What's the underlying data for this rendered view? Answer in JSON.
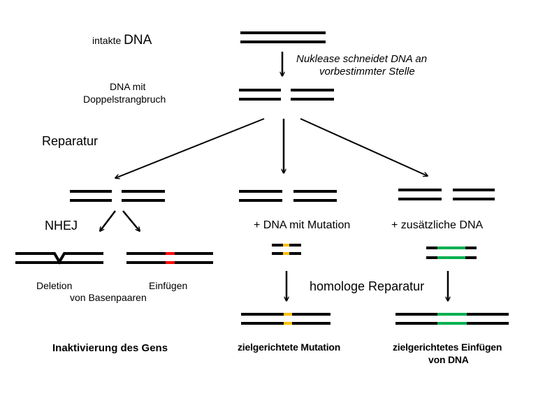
{
  "labels": {
    "intakte_prefix": "intakte ",
    "intakte_dna": "DNA",
    "nuclease_line1": "Nuklease schneidet DNA an",
    "nuclease_line2": "vorbestimmter  Stelle",
    "dsb_line1": "DNA mit",
    "dsb_line2": "Doppelstrangbruch",
    "reparatur": "Reparatur",
    "nhej": "NHEJ",
    "dna_mutation": "+ DNA mit Mutation",
    "zusaetzliche_dna": "+ zusätzliche DNA",
    "deletion_line1": "Deletion",
    "deletion_line2": "von Basenpaaren",
    "einfuegen": "Einfügen",
    "homologe": "homologe Reparatur",
    "inaktivierung": "Inaktivierung des Gens",
    "zielgerichtete_mutation": "zielgerichtete Mutation",
    "zielgerichtetes_line1": "zielgerichtetes Einfügen",
    "zielgerichtetes_line2": "von DNA"
  },
  "colors": {
    "strand": "#000000",
    "insertion": "#ff0000",
    "mutation": "#ffc000",
    "donor": "#00b050"
  }
}
